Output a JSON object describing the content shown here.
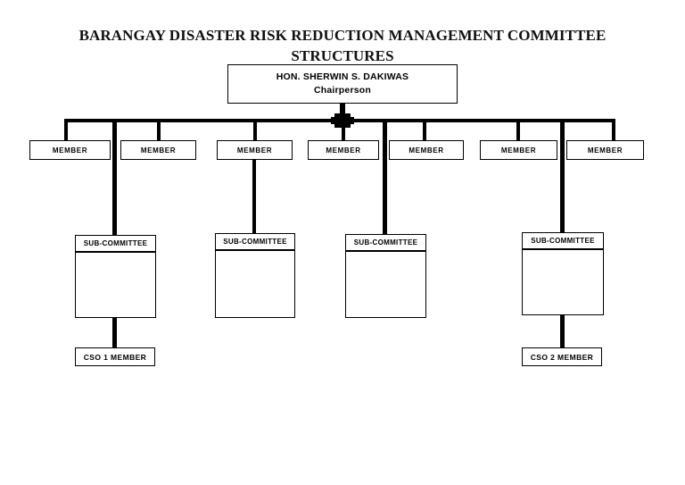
{
  "title": {
    "line1": "BARANGAY DISASTER RISK REDUCTION MANAGEMENT COMMITTEE",
    "line2": "STRUCTURES"
  },
  "chairperson": {
    "name": "HON. SHERWIN S. DAKIWAS",
    "role": "Chairperson"
  },
  "members": [
    {
      "label": "MEMBER"
    },
    {
      "label": "MEMBER"
    },
    {
      "label": "MEMBER"
    },
    {
      "label": "MEMBER"
    },
    {
      "label": "MEMBER"
    },
    {
      "label": "MEMBER"
    },
    {
      "label": "MEMBER"
    }
  ],
  "subcommittees": [
    {
      "label": "SUB-COMMITTEE",
      "body": ""
    },
    {
      "label": "SUB-COMMITTEE",
      "body": ""
    },
    {
      "label": "SUB-COMMITTEE",
      "body": ""
    },
    {
      "label": "SUB-COMMITTEE",
      "body": ""
    }
  ],
  "cso": [
    {
      "label": "CSO 1 MEMBER"
    },
    {
      "label": "CSO 2 MEMBER"
    }
  ],
  "colors": {
    "background": "#ffffff",
    "line": "#000000",
    "text": "#000000",
    "box_border": "#000000"
  }
}
